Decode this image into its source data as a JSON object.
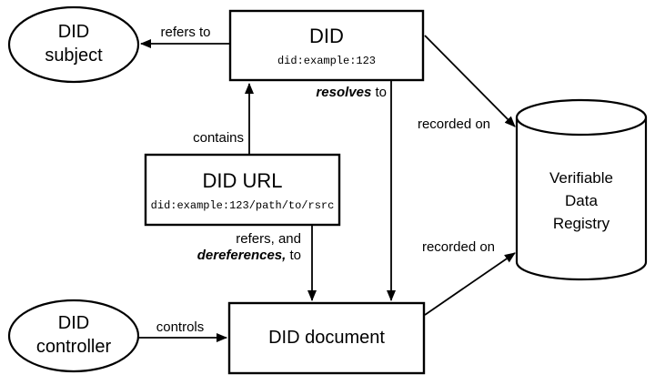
{
  "diagram": {
    "colors": {
      "stroke": "#000000",
      "background": "#ffffff"
    },
    "nodes": {
      "did_subject": {
        "line1": "DID",
        "line2": "subject"
      },
      "did_controller": {
        "line1": "DID",
        "line2": "controller"
      },
      "did": {
        "title": "DID",
        "code": "did:example:123"
      },
      "did_url": {
        "title": "DID URL",
        "code": "did:example:123/path/to/rsrc"
      },
      "did_document": {
        "label": "DID document"
      },
      "verifiable_data_registry": {
        "line1": "Verifiable",
        "line2": "Data",
        "line3": "Registry"
      }
    },
    "edges": {
      "refers_to": {
        "label": "refers to"
      },
      "contains": {
        "label": "contains"
      },
      "resolves_to": {
        "em": "resolves",
        "rest": " to"
      },
      "refers_dereferences": {
        "line1": "refers, and",
        "em": "dereferences,",
        "rest": " to"
      },
      "recorded_on_top": {
        "label": "recorded on"
      },
      "recorded_on_bottom": {
        "label": "recorded on"
      },
      "controls": {
        "label": "controls"
      }
    }
  }
}
